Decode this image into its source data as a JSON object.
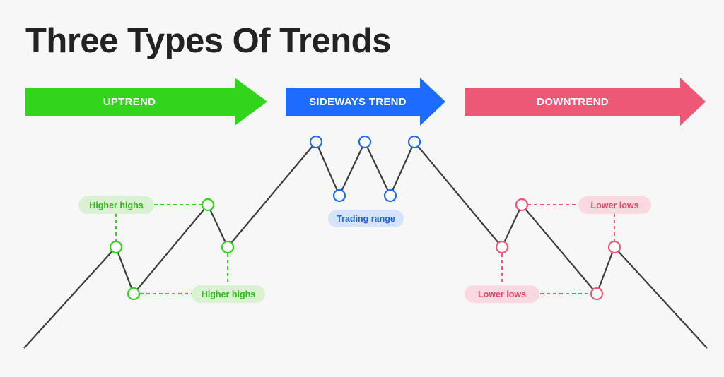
{
  "title": "Three Types Of Trends",
  "trends": {
    "uptrend": {
      "label": "UPTREND",
      "color": "#33d41c"
    },
    "sideways": {
      "label": "SIDEWAYS TREND",
      "color": "#1e6cff"
    },
    "downtrend": {
      "label": "DOWNTREND",
      "color": "#ee5877"
    }
  },
  "annotations": {
    "uptrend_higher_highs_top": "Higher highs",
    "uptrend_higher_highs_bottom": "Higher highs",
    "sideways_range": "Trading range",
    "downtrend_lower_lows_bottom": "Lower lows",
    "downtrend_lower_lows_top": "Lower lows"
  },
  "colors": {
    "line": "#3c3c3c",
    "background": "#f7f7f7",
    "uptrend_pill_bg": "#d8f2d2",
    "uptrend_pill_text": "#33b81c",
    "sideways_pill_bg": "#d5e4fb",
    "sideways_pill_text": "#2464d6",
    "downtrend_pill_bg": "#fbd9e0",
    "downtrend_pill_text": "#df4868"
  }
}
